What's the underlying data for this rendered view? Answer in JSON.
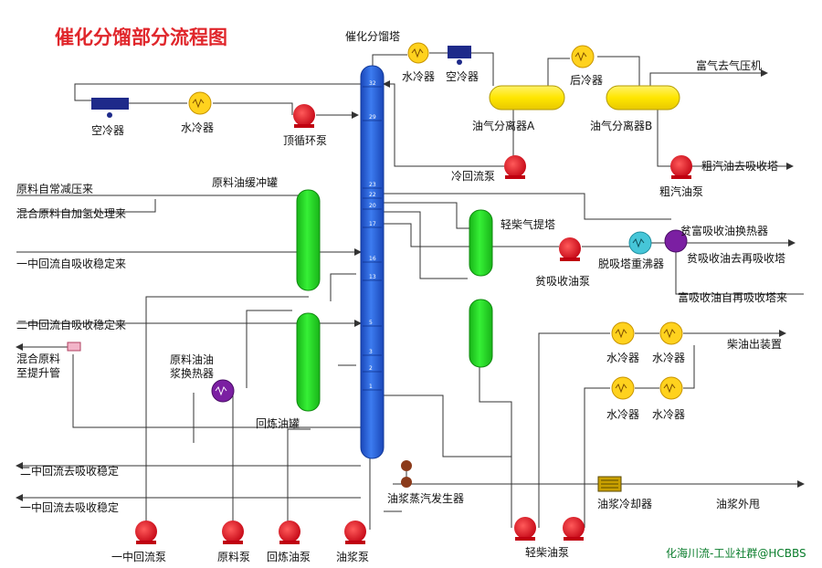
{
  "title": "催化分馏部分流程图",
  "watermark": "化海川流-工业社群@HCBBS",
  "equipment": {
    "column": "催化分馏塔",
    "top_water_cooler": "水冷器",
    "top_air_cooler": "空冷器",
    "separator_a": "油气分离器A",
    "separator_b": "油气分离器B",
    "after_cooler": "后冷器",
    "left_air_cooler": "空冷器",
    "left_water_cooler": "水冷器",
    "top_reflux_pump": "顶循环泵",
    "cold_reflux_pump": "冷回流泵",
    "crude_gasoline_pump": "粗汽油泵",
    "feed_buffer_tank": "原料油缓冲罐",
    "recycle_oil_tank": "回炼油罐",
    "feed_slurry_exchanger": "原料油油\n浆换热器",
    "diesel_stripper": "轻柴气提塔",
    "lean_oil_pump": "贫吸收油泵",
    "desorber_reboiler": "脱吸塔重沸器",
    "lean_rich_exchanger": "贫富吸收油换热器",
    "diesel_cooler_1": "水冷器",
    "diesel_cooler_2": "水冷器",
    "diesel_cooler_3": "水冷器",
    "diesel_cooler_4": "水冷器",
    "slurry_steam_generator": "油浆蒸汽发生器",
    "slurry_cooler": "油浆冷却器",
    "mid1_pump": "一中回流泵",
    "feed_pump": "原料泵",
    "recycle_pump": "回炼油泵",
    "slurry_pump": "油浆泵",
    "diesel_pump": "轻柴油泵"
  },
  "streams": {
    "feed_atm_vac": "原料自常减压来",
    "feed_hydro": "混合原料自加氢处理来",
    "mid1_return_from": "一中回流自吸收稳定来",
    "mid2_return_from": "二中回流自吸收稳定来",
    "mixed_feed_riser": "混合原料\n至提升管",
    "mid2_return_to": "二中回流去吸收稳定",
    "mid1_return_to": "一中回流去吸收稳定",
    "rich_gas": "富气去气压机",
    "crude_gasoline": "粗汽油去吸收塔",
    "lean_oil_out": "贫吸收油去再吸收塔",
    "rich_oil_in": "富吸收油自再吸收塔来",
    "diesel_out": "柴油出装置",
    "slurry_out": "油浆外甩"
  },
  "trays": [
    "32",
    "29",
    "23",
    "22",
    "20",
    "17",
    "16",
    "13",
    "5",
    "3",
    "2",
    "1"
  ],
  "colors": {
    "title": "#e0262b",
    "column": "#1f5bd6",
    "vessel_green": "#22dd22",
    "drum_yellow": "#ffe800",
    "pump_red": "#e0101e",
    "air_cooler": "#1e2a8a",
    "exchanger_purple": "#7b1fa2",
    "reboiler_cyan": "#46c6d8",
    "watermark": "#0a7d2c"
  }
}
